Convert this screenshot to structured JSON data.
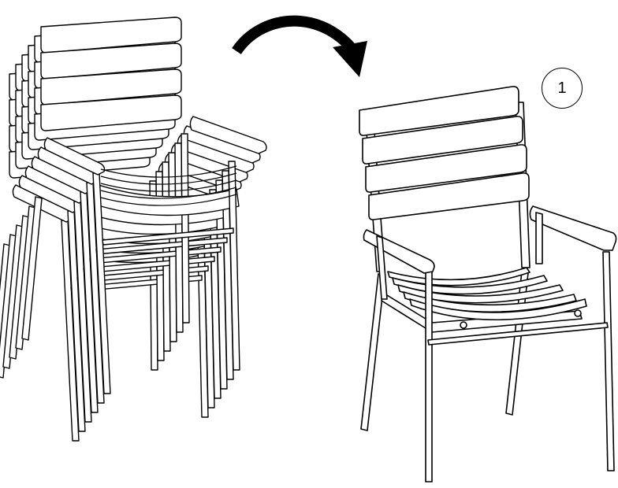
{
  "step": {
    "number": "1"
  },
  "figure": {
    "stacked_chairs_count": 6,
    "backrest_slats": 4,
    "line_color": "#000000",
    "background_color": "#ffffff",
    "icons": [
      "rotate-arrow-icon"
    ]
  }
}
